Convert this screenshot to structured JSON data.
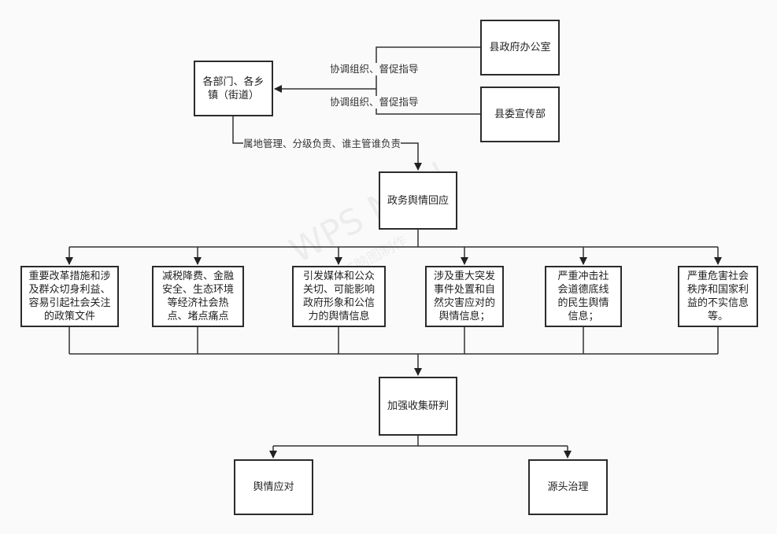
{
  "nodes": {
    "county_gov_office": "县政府办公室",
    "county_publicity_dept": "县委宣传部",
    "departments_towns": "各部门、各乡\n镇（街道）",
    "gov_opinion_response": "政务舆情回应",
    "cat_1": "重要改革措施和涉\n及群众切身利益、\n容易引起社会关注\n的政策文件",
    "cat_2": "减税降费、金融\n安全、生态环境\n等经济社会热\n点、堵点痛点",
    "cat_3": "引发媒体和公众\n关切、可能影响\n政府形象和公信\n力的舆情信息",
    "cat_4": "涉及重大突发\n事件处置和自\n然灾害应对的\n舆情信息；",
    "cat_5": "严重冲击社\n会道德底线\n的民生舆情\n信息；",
    "cat_6": "严重危害社会\n秩序和国家利\n益的不实信息\n等。",
    "strengthen_research": "加强收集研判",
    "opinion_handling": "舆情应对",
    "root_governance": "源头治理"
  },
  "edge_labels": {
    "coordinate_top": "协调组织、督促指导",
    "coordinate_bottom": "协调组织、督促指导",
    "territorial": "属地管理、分级负责、谁主管谁负责"
  },
  "watermark": {
    "main": "WPS Mind",
    "sub": "WPS脑图制作"
  }
}
